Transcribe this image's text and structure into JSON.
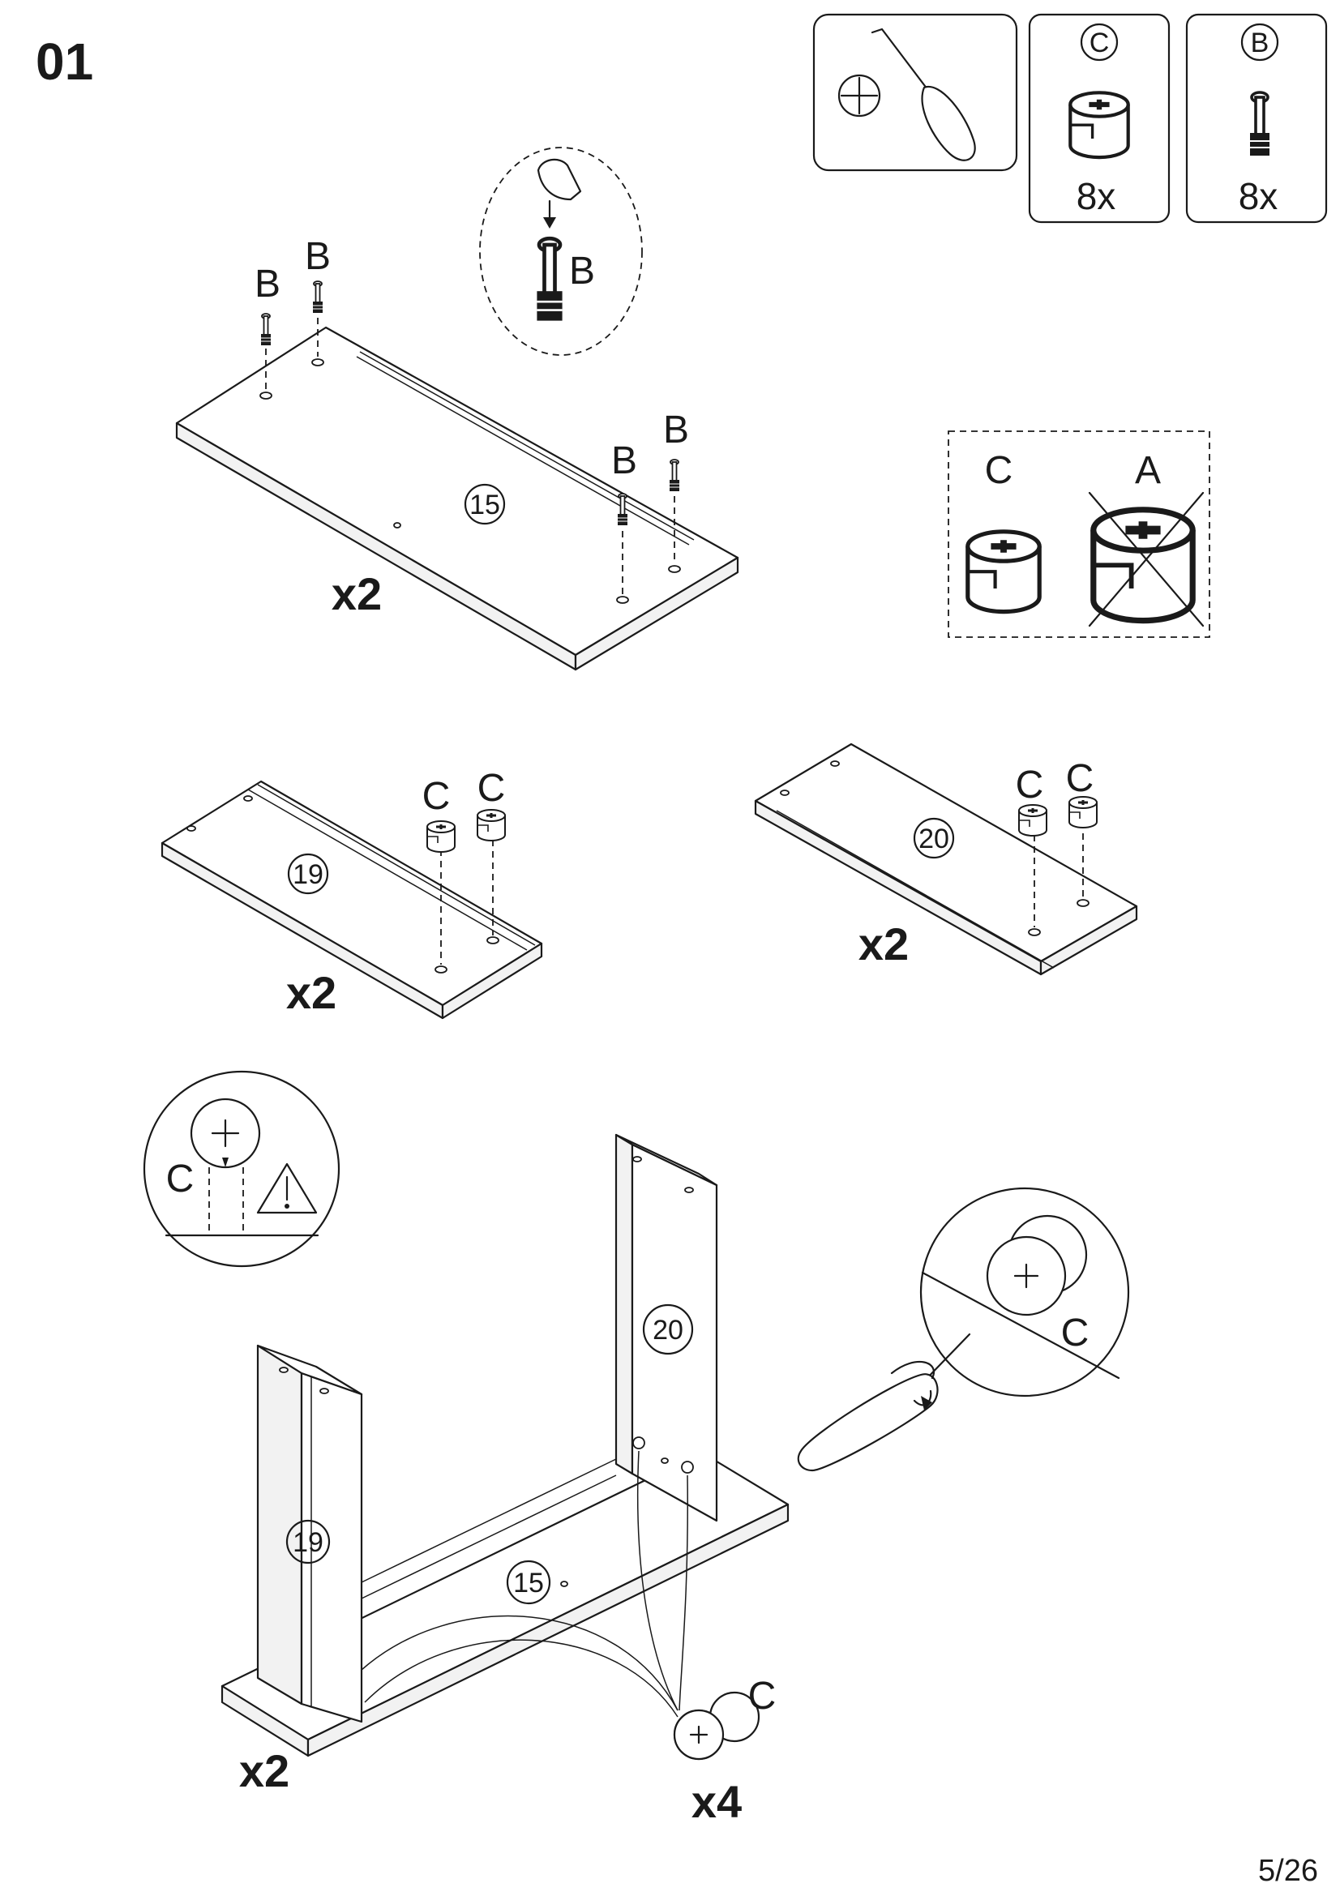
{
  "page": {
    "step_number": "01",
    "page_indicator": "5/26"
  },
  "tools_panel": {
    "screwdriver_icon": "phillips-screwdriver-icon",
    "parts": [
      {
        "id": "C",
        "count": "8x",
        "icon": "cam-lock-icon"
      },
      {
        "id": "B",
        "count": "8x",
        "icon": "cam-bolt-icon"
      }
    ]
  },
  "comparison": {
    "correct_label": "C",
    "wrong_label": "A"
  },
  "assembly": {
    "board_15": {
      "panel": "15",
      "quantity": "x2",
      "bolt_label": "B"
    },
    "bolt_zoom": {
      "label": "B"
    },
    "board_19": {
      "panel": "19",
      "quantity": "x2",
      "cam_label": "C"
    },
    "board_20": {
      "panel": "20",
      "quantity": "x2",
      "cam_label": "C"
    },
    "orientation_detail": {
      "label": "C",
      "icon": "warning-triangle-icon"
    },
    "final": {
      "panel_left": "19",
      "panel_right": "20",
      "panel_base": "15",
      "quantity": "x2",
      "cam_label": "C",
      "cam_count": "x4",
      "zoom_label": "C"
    }
  }
}
